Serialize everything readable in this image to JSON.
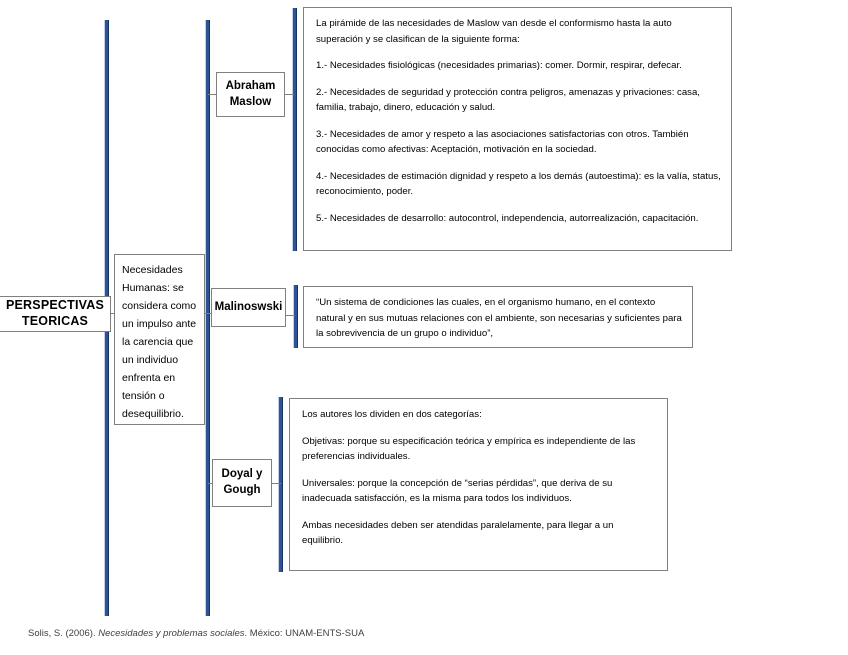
{
  "diagram": {
    "title_node": {
      "label": "PERSPECTIVAS TEORICAS"
    },
    "definition_node": {
      "label": "Necesidades Humanas: se considera como un impulso ante la carencia que un individuo enfrenta en tensión o desequilibrio."
    },
    "branches": [
      {
        "id": "maslow",
        "name": "Abraham Maslow",
        "paragraphs": [
          "La pirámide de las necesidades de Maslow van desde el conformismo hasta la auto superación y se clasifican de la siguiente forma:",
          "1.- Necesidades fisiológicas (necesidades primarias): comer. Dormir, respirar, defecar.",
          "2.- Necesidades de seguridad y protección contra peligros, amenazas y privaciones: casa, familia, trabajo, dinero, educación y salud.",
          "3.- Necesidades de amor y respeto a las asociaciones satisfactorias con otros. También conocidas como afectivas: Aceptación, motivación en la sociedad.",
          "4.- Necesidades de estimación  dignidad y respeto a los demás (autoestima): es la valía, status, reconocimiento, poder.",
          "5.- Necesidades de desarrollo: autocontrol, independencia, autorrealización, capacitación."
        ]
      },
      {
        "id": "malinoswski",
        "name": "Malinoswski",
        "paragraphs": [
          "“Un sistema de condiciones las cuales, en el organismo humano, en el contexto natural y en sus mutuas relaciones con el ambiente, son necesarias y suficientes para la sobrevivencia de un grupo o individuo”,"
        ]
      },
      {
        "id": "doyal-gough",
        "name": "Doyal y Gough",
        "paragraphs": [
          "Los autores los dividen en dos categorías:",
          "Objetivas: porque su especificación teórica y empírica es independiente de las preferencias individuales.",
          "Universales: porque  la concepción de “serias pérdidas”, que deriva de su inadecuada satisfacción, es la misma para todos los individuos.",
          "Ambas necesidades deben ser atendidas paralelamente, para llegar a un equilibrio."
        ]
      }
    ]
  },
  "citation": {
    "author_year": "Solis, S. (2006). ",
    "work_italic": "Necesidades y problemas sociales",
    "source": ". México: UNAM-ENTS-SUA"
  },
  "colors": {
    "connector_blue": "#2E5395",
    "box_border": "#808080",
    "text": "#000000"
  }
}
